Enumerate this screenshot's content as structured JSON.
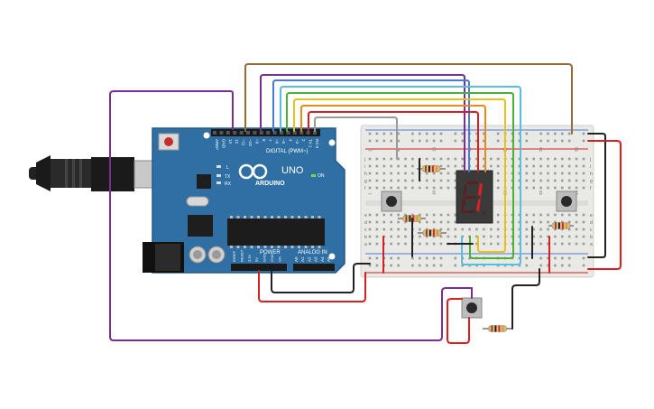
{
  "arduino": {
    "brand": "ARDUINO",
    "model": "UNO",
    "digital_label": "DIGITAL (PWM~)",
    "power_label": "POWER",
    "analog_label": "ANALOG IN",
    "on_label": "ON",
    "led_labels": [
      "L",
      "TX",
      "RX"
    ],
    "top_pin_labels": [
      "AREF",
      "GND",
      "13",
      "12",
      "~11",
      "~10",
      "~9",
      "8",
      "7",
      "~6",
      "~5",
      "4",
      "~3",
      "2",
      "TX 1",
      "RX 0"
    ],
    "power_pin_labels": [
      "IOREF",
      "RESET",
      "3.3V",
      "5V",
      "GND",
      "GND",
      "Vin"
    ],
    "analog_pin_labels": [
      "A0",
      "A1",
      "A2",
      "A3",
      "A4",
      "A5"
    ]
  },
  "breadboard": {
    "column_numbers": [
      "1",
      "5",
      "10",
      "15",
      "20",
      "25",
      "30"
    ],
    "row_letters_top": [
      "j",
      "i",
      "h",
      "g",
      "f"
    ],
    "row_letters_bottom": [
      "e",
      "d",
      "c",
      "b",
      "a"
    ]
  },
  "display": {
    "digit": "1"
  },
  "colors": {
    "wire_purple": "#7a2e8f",
    "wire_brown": "#9b6a3a",
    "wire_blue": "#4a7bd4",
    "wire_cyan": "#5bbde0",
    "wire_green": "#4caf3a",
    "wire_yellow": "#e6c21a",
    "wire_orange": "#e88a1a",
    "wire_red": "#d62020",
    "wire_black": "#222222",
    "wire_gray": "#9a9a9a",
    "board": "#2f6fa3",
    "breadboard": "#e9e9e6",
    "segment_on": "#e02020",
    "segment_off": "#5a2020"
  }
}
